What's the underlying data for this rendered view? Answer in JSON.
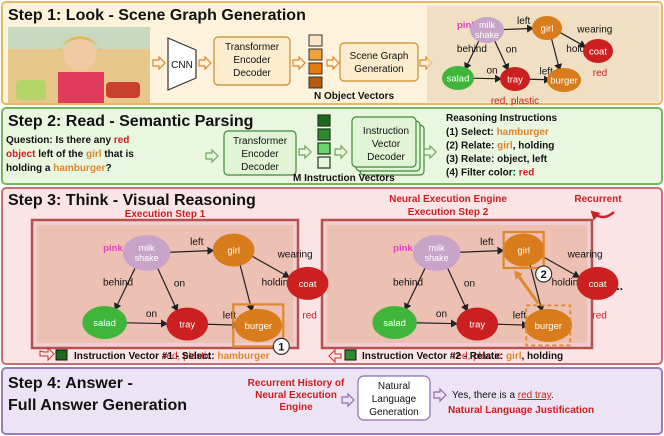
{
  "colors": {
    "step1_bg": "#fdf3dc",
    "step1_border": "#e8b860",
    "step2_bg": "#e9f6e0",
    "step2_border": "#74b85a",
    "step3_bg": "#fbe4e6",
    "step3_border": "#c86d74",
    "step4_bg": "#ece4f4",
    "step4_border": "#9b7ac0",
    "node_pink": "#c8a4c8",
    "node_red": "#cc1f1f",
    "node_green": "#3fb63a",
    "node_orange": "#d87c1c",
    "accent_red": "#cc1f1f",
    "accent_orange": "#e0862c",
    "accent_pink": "#e040c0"
  },
  "step1": {
    "title": "Step 1: Look - Scene Graph Generation",
    "cnn": "CNN",
    "encoder": [
      "Transformer",
      "Encoder",
      "Decoder"
    ],
    "scene_graph_gen": [
      "Scene Graph",
      "Generation"
    ],
    "n_vectors": "N Object Vectors"
  },
  "graph": {
    "pink": "pink",
    "milkshake": [
      "milk",
      "shake"
    ],
    "girl": "girl",
    "coat": "coat",
    "salad": "salad",
    "tray": "tray",
    "burger": "burger",
    "left": "left",
    "on": "on",
    "behind": "behind",
    "wearing": "wearing",
    "holding": "holding",
    "red": "red",
    "red_plastic": "red, plastic"
  },
  "step2": {
    "title": "Step 2: Read - Semantic Parsing",
    "q_lines": [
      [
        [
          "Question: Is there any ",
          "n"
        ],
        [
          "red",
          "r"
        ]
      ],
      [
        [
          "object",
          "r"
        ],
        [
          " left of the ",
          "n"
        ],
        [
          "girl",
          "o"
        ],
        [
          " that is",
          "n"
        ]
      ],
      [
        [
          "holding a ",
          "n"
        ],
        [
          "hamburger",
          "o"
        ],
        [
          "?",
          "n"
        ]
      ]
    ],
    "encoder": [
      "Transformer",
      "Encoder",
      "Decoder"
    ],
    "instr_decoder": [
      "Instruction",
      "Vector",
      "Decoder"
    ],
    "m_vectors": "M Instruction Vectors",
    "reasoning_title": "Reasoning Instructions",
    "reasoning": [
      [
        [
          "(1) Select: ",
          "n"
        ],
        [
          "hamburger",
          "o"
        ]
      ],
      [
        [
          "(2) Relate: ",
          "n"
        ],
        [
          "girl",
          "o"
        ],
        [
          ", holding",
          "n"
        ]
      ],
      [
        [
          "(3) Relate: object, left",
          "n"
        ]
      ],
      [
        [
          "(4) Filter color: ",
          "n"
        ],
        [
          "red",
          "r"
        ]
      ]
    ]
  },
  "step3": {
    "title": "Step 3: Think - Visual Reasoning",
    "exec1": "Execution Step 1",
    "engine": "Neural Execution Engine",
    "exec2": "Execution Step 2",
    "recurrent": "Recurrent",
    "num1": "1",
    "num2": "2",
    "ellipsis": "...",
    "iv1": [
      [
        "Instruction Vector #1 - Select: ",
        "n"
      ],
      [
        "hamburger",
        "o"
      ]
    ],
    "iv2": [
      [
        "Instruction Vector #2 - Relate: ",
        "n"
      ],
      [
        "girl",
        "o"
      ],
      [
        ", holding",
        "n"
      ]
    ]
  },
  "step4": {
    "title": [
      "Step 4: Answer -",
      "Full Answer Generation"
    ],
    "history": [
      "Recurrent History of",
      "Neural Execution",
      "Engine"
    ],
    "nlg": [
      "Natural",
      "Language",
      "Generation"
    ],
    "answer": [
      [
        "Yes, there is a ",
        "n"
      ],
      [
        "red tray",
        "ru"
      ],
      [
        ".",
        "n"
      ]
    ],
    "justification": "Natural Language Justification"
  }
}
